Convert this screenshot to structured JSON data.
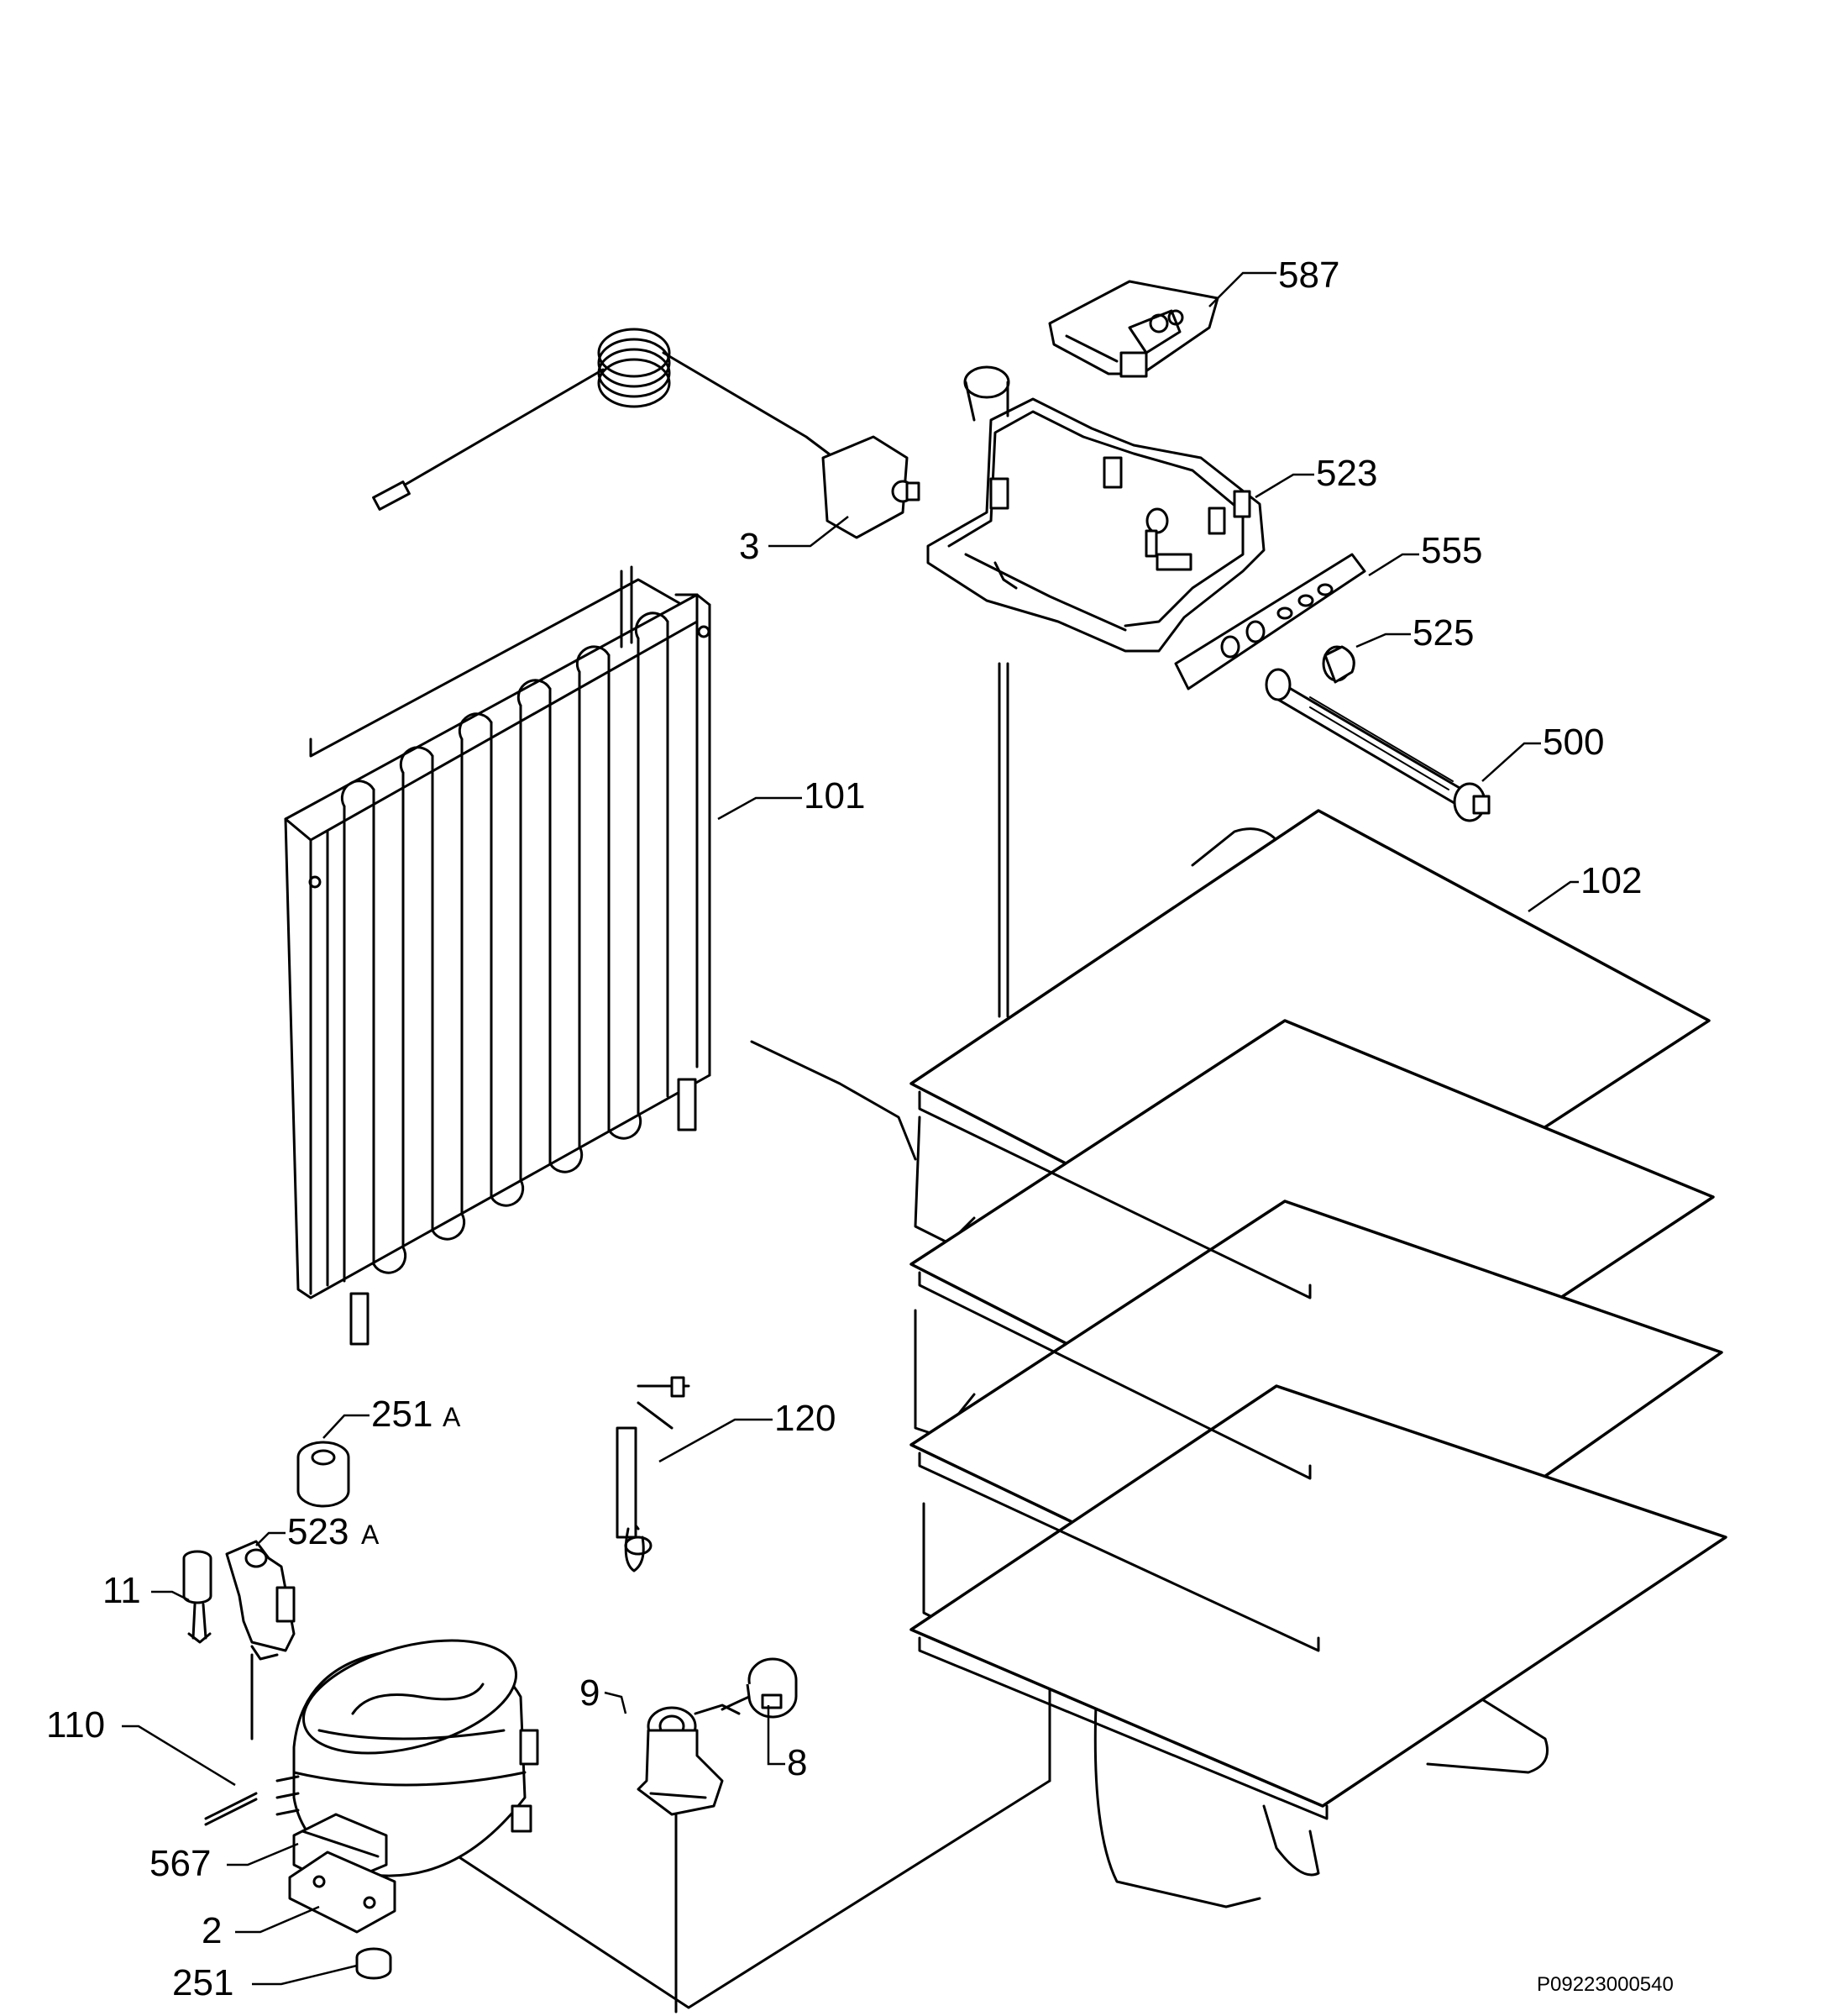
{
  "diagram": {
    "labels": {
      "l587": "587",
      "l523": "523",
      "l3": "3",
      "l555": "555",
      "l525": "525",
      "l500": "500",
      "l101": "101",
      "l102": "102",
      "l251a_num": "251",
      "l251a_sfx": "A",
      "l120": "120",
      "l523a_num": "523",
      "l523a_sfx": "A",
      "l11": "11",
      "l9": "9",
      "l8": "8",
      "l110": "110",
      "l567": "567",
      "l2": "2",
      "l251": "251"
    },
    "drawing_code": "P09223000540"
  }
}
